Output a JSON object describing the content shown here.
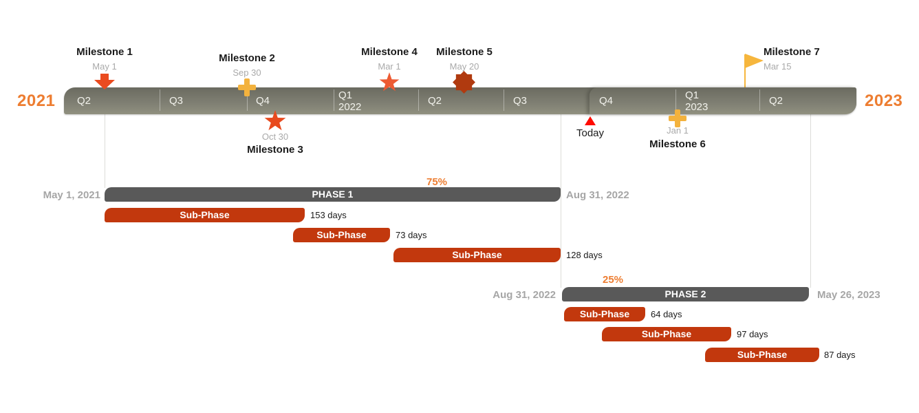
{
  "years": {
    "start": "2021",
    "end": "2023"
  },
  "timeline": {
    "quarters": [
      {
        "label": "Q2"
      },
      {
        "label": "Q3"
      },
      {
        "label": "Q4"
      },
      {
        "label": "Q1",
        "sublabel": "2022"
      },
      {
        "label": "Q2"
      },
      {
        "label": "Q3"
      },
      {
        "label": "Q4"
      },
      {
        "label": "Q1",
        "sublabel": "2023"
      },
      {
        "label": "Q2"
      }
    ]
  },
  "milestones": [
    {
      "label": "Milestone 1",
      "date": "May 1",
      "shape": "arrow-down-icon",
      "color": "#EA4B1F",
      "position": "above"
    },
    {
      "label": "Milestone 2",
      "date": "Sep 30",
      "shape": "plus-icon",
      "color": "#F3B23D",
      "position": "above"
    },
    {
      "label": "Milestone 3",
      "date": "Oct 30",
      "shape": "star-icon",
      "color": "#E84A1E",
      "position": "below"
    },
    {
      "label": "Milestone 4",
      "date": "Mar 1",
      "shape": "star-icon",
      "color": "#ED5B33",
      "position": "above"
    },
    {
      "label": "Milestone 5",
      "date": "May 20",
      "shape": "seal-icon",
      "color": "#B03A0F",
      "position": "above"
    },
    {
      "label": "Milestone 6",
      "date": "Jan 1",
      "shape": "plus-icon",
      "color": "#F3B23D",
      "position": "below"
    },
    {
      "label": "Milestone 7",
      "date": "Mar 15",
      "shape": "flag-icon",
      "color": "#F6B63D",
      "position": "above"
    }
  ],
  "today_marker": {
    "label": "Today",
    "color": "#FF0B00"
  },
  "phases": [
    {
      "name": "PHASE 1",
      "start_date": "May 1, 2021",
      "end_date": "Aug 31, 2022",
      "percent": "75%",
      "subphases": [
        {
          "label": "Sub-Phase",
          "duration": "153 days"
        },
        {
          "label": "Sub-Phase",
          "duration": "73 days"
        },
        {
          "label": "Sub-Phase",
          "duration": "128 days"
        }
      ]
    },
    {
      "name": "PHASE 2",
      "start_date": "Aug 31, 2022",
      "end_date": "May 26, 2023",
      "percent": "25%",
      "subphases": [
        {
          "label": "Sub-Phase",
          "duration": "64 days"
        },
        {
          "label": "Sub-Phase",
          "duration": "97 days"
        },
        {
          "label": "Sub-Phase",
          "duration": "87 days"
        }
      ]
    }
  ],
  "colors": {
    "accent_orange": "#ED7D31",
    "phase_bar": "#595959",
    "subphase_bar": "#C2380D",
    "band_top": "#6B6B60",
    "band_bottom": "#90907F",
    "date_gray": "#A6A6A6",
    "milestone_date_gray": "#A9A9A9",
    "today_red": "#FF0B00"
  },
  "chart_data": {
    "type": "gantt",
    "title": "",
    "timeline_range": {
      "start_year": "2021",
      "end_year": "2023",
      "quarters": [
        "Q2",
        "Q3",
        "Q4",
        "Q1 2022",
        "Q2",
        "Q3",
        "Q4",
        "Q1 2023",
        "Q2"
      ]
    },
    "milestones": [
      {
        "name": "Milestone 1",
        "date": "May 1"
      },
      {
        "name": "Milestone 2",
        "date": "Sep 30"
      },
      {
        "name": "Milestone 3",
        "date": "Oct 30"
      },
      {
        "name": "Milestone 4",
        "date": "Mar 1"
      },
      {
        "name": "Milestone 5",
        "date": "May 20"
      },
      {
        "name": "Milestone 6",
        "date": "Jan 1"
      },
      {
        "name": "Milestone 7",
        "date": "Mar 15"
      }
    ],
    "phases": [
      {
        "name": "PHASE 1",
        "start": "May 1, 2021",
        "end": "Aug 31, 2022",
        "percent_complete": 75,
        "subphases": [
          {
            "name": "Sub-Phase",
            "duration_days": 153
          },
          {
            "name": "Sub-Phase",
            "duration_days": 73
          },
          {
            "name": "Sub-Phase",
            "duration_days": 128
          }
        ]
      },
      {
        "name": "PHASE 2",
        "start": "Aug 31, 2022",
        "end": "May 26, 2023",
        "percent_complete": 25,
        "subphases": [
          {
            "name": "Sub-Phase",
            "duration_days": 64
          },
          {
            "name": "Sub-Phase",
            "duration_days": 97
          },
          {
            "name": "Sub-Phase",
            "duration_days": 87
          }
        ]
      }
    ],
    "today_marker": true,
    "legend": "none",
    "grid": "off"
  }
}
